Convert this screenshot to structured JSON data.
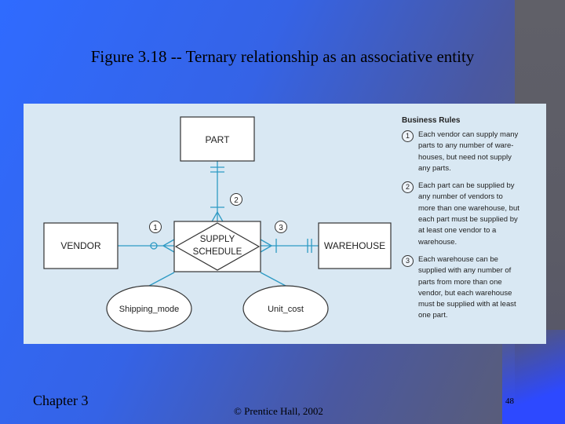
{
  "slide": {
    "title": "Figure 3.18 -- Ternary relationship as an associative entity",
    "chapter": "Chapter 3",
    "copyright": "© Prentice Hall, 2002",
    "page_number": "48"
  },
  "diagram": {
    "entities": {
      "part": "PART",
      "vendor": "VENDOR",
      "warehouse": "WAREHOUSE",
      "supply_schedule_line1": "SUPPLY",
      "supply_schedule_line2": "SCHEDULE"
    },
    "attributes": {
      "shipping_mode": "Shipping_mode",
      "unit_cost": "Unit_cost"
    },
    "markers": [
      "1",
      "2",
      "3"
    ],
    "line_color": "#2e9ac4"
  },
  "rules": {
    "heading": "Business Rules",
    "items": [
      {
        "num": "1",
        "lines": [
          "Each vendor can supply many",
          "parts to any number of ware-",
          "houses, but need not supply",
          "any parts."
        ]
      },
      {
        "num": "2",
        "lines": [
          "Each part can be supplied by",
          "any number of vendors to",
          "more than one warehouse, but",
          "each part must be supplied by",
          "at least one vendor to a",
          "warehouse."
        ]
      },
      {
        "num": "3",
        "lines": [
          "Each warehouse can be",
          "supplied with any number of",
          "parts from more than one",
          "vendor, but each warehouse",
          "must be supplied with at least",
          "one part."
        ]
      }
    ]
  }
}
